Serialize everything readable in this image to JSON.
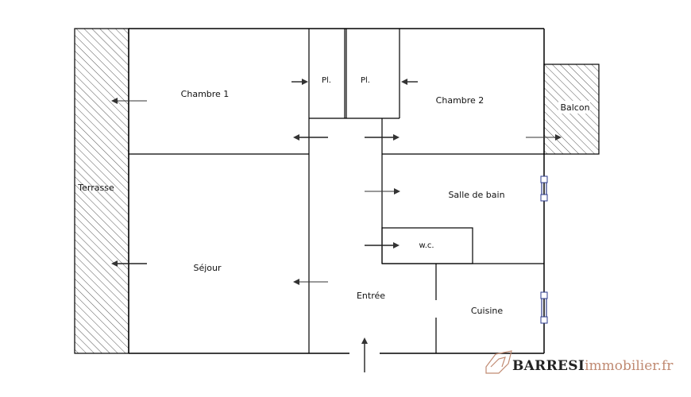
{
  "rooms": {
    "chambre1": "Chambre 1",
    "chambre2": "Chambre 2",
    "placard1": "Pl.",
    "placard2": "Pl.",
    "balcon": "Balcon",
    "terrasse": "Terrasse",
    "salle_de_bain": "Salle de bain",
    "wc": "w.c.",
    "sejour": "Séjour",
    "entree": "Entrée",
    "cuisine": "Cuisine"
  },
  "logo": {
    "brand": "BARRESI",
    "rest": "immobilier.fr",
    "mark_icon": "house-monogram-icon"
  },
  "colors": {
    "walls": "#000000",
    "hatch": "#555555",
    "window": "#2b3a8c",
    "logo_accent": "#c08a72"
  }
}
